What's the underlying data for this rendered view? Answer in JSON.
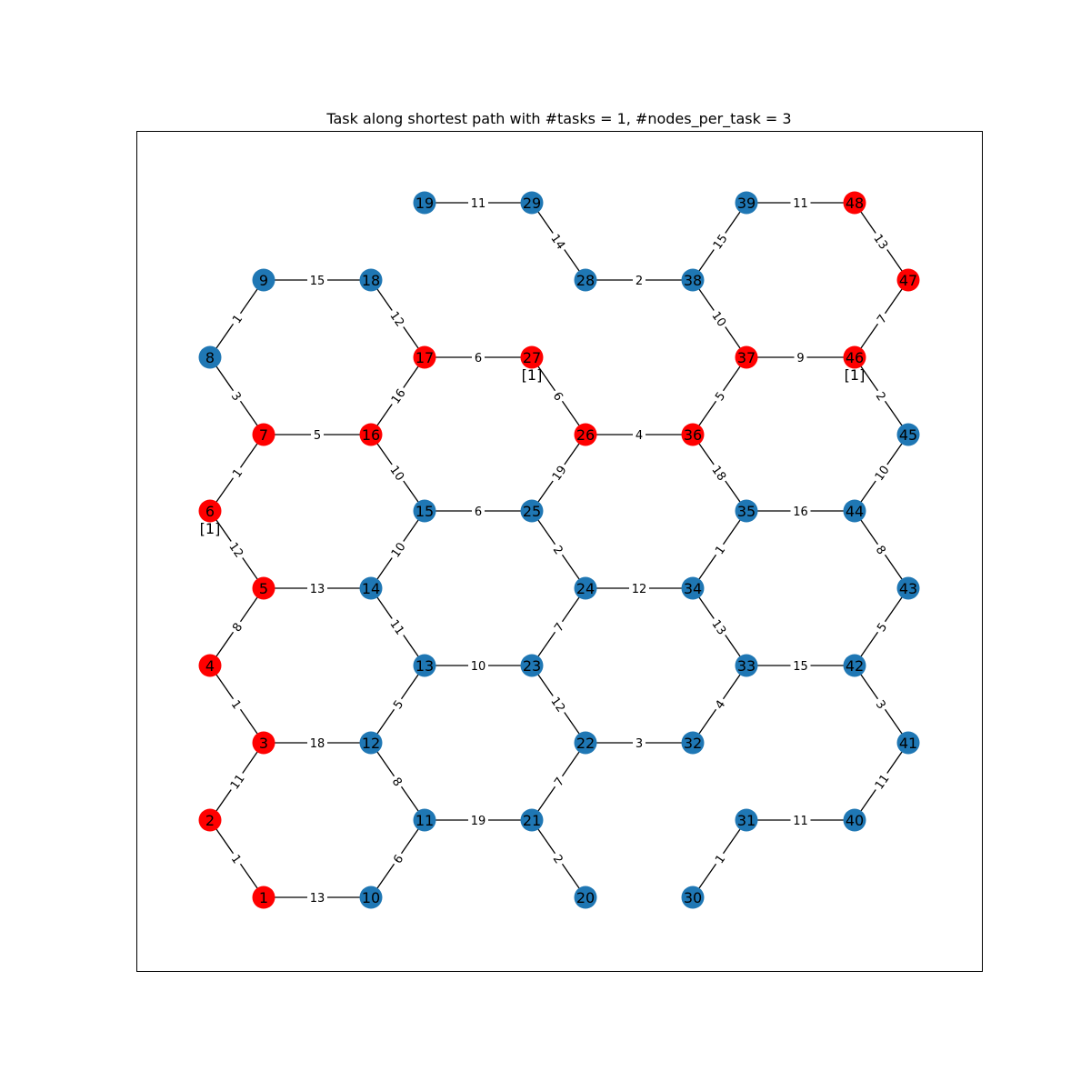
{
  "title": "Task along shortest path with #tasks = 1, #nodes_per_task = 3",
  "colors": {
    "highlight": "#ff0000",
    "default": "#1f77b4"
  },
  "highlighted_nodes": [
    1,
    2,
    3,
    4,
    5,
    6,
    7,
    16,
    17,
    26,
    27,
    36,
    37,
    46,
    47,
    48
  ],
  "task_markers": [
    {
      "node": 6,
      "label": "[1]"
    },
    {
      "node": 27,
      "label": "[1]"
    },
    {
      "node": 46,
      "label": "[1]"
    }
  ],
  "nodes": [
    1,
    2,
    3,
    4,
    5,
    6,
    7,
    8,
    9,
    10,
    11,
    12,
    13,
    14,
    15,
    16,
    17,
    18,
    19,
    20,
    21,
    22,
    23,
    24,
    25,
    26,
    27,
    28,
    29,
    30,
    31,
    32,
    33,
    34,
    35,
    36,
    37,
    38,
    39,
    40,
    41,
    42,
    43,
    44,
    45,
    46,
    47,
    48
  ],
  "edges": [
    [
      1,
      2,
      1
    ],
    [
      1,
      10,
      13
    ],
    [
      2,
      3,
      11
    ],
    [
      3,
      4,
      1
    ],
    [
      3,
      12,
      18
    ],
    [
      4,
      5,
      8
    ],
    [
      5,
      6,
      12
    ],
    [
      5,
      14,
      13
    ],
    [
      6,
      7,
      1
    ],
    [
      7,
      8,
      3
    ],
    [
      7,
      16,
      5
    ],
    [
      8,
      9,
      1
    ],
    [
      9,
      18,
      15
    ],
    [
      10,
      11,
      6
    ],
    [
      11,
      12,
      8
    ],
    [
      11,
      21,
      19
    ],
    [
      12,
      13,
      5
    ],
    [
      13,
      14,
      11
    ],
    [
      13,
      23,
      10
    ],
    [
      14,
      15,
      10
    ],
    [
      15,
      16,
      10
    ],
    [
      15,
      25,
      6
    ],
    [
      16,
      17,
      16
    ],
    [
      17,
      18,
      12
    ],
    [
      17,
      27,
      6
    ],
    [
      19,
      29,
      11
    ],
    [
      20,
      21,
      2
    ],
    [
      21,
      22,
      7
    ],
    [
      22,
      23,
      12
    ],
    [
      22,
      32,
      3
    ],
    [
      23,
      24,
      7
    ],
    [
      24,
      25,
      2
    ],
    [
      24,
      34,
      12
    ],
    [
      25,
      26,
      19
    ],
    [
      26,
      27,
      6
    ],
    [
      26,
      36,
      4
    ],
    [
      28,
      29,
      14
    ],
    [
      28,
      38,
      2
    ],
    [
      30,
      31,
      1
    ],
    [
      31,
      40,
      11
    ],
    [
      32,
      33,
      4
    ],
    [
      33,
      34,
      13
    ],
    [
      33,
      42,
      15
    ],
    [
      34,
      35,
      1
    ],
    [
      35,
      36,
      18
    ],
    [
      35,
      44,
      16
    ],
    [
      36,
      37,
      5
    ],
    [
      37,
      38,
      10
    ],
    [
      37,
      46,
      9
    ],
    [
      38,
      39,
      15
    ],
    [
      39,
      48,
      11
    ],
    [
      40,
      41,
      11
    ],
    [
      41,
      42,
      3
    ],
    [
      42,
      43,
      5
    ],
    [
      43,
      44,
      8
    ],
    [
      44,
      45,
      10
    ],
    [
      45,
      46,
      2
    ],
    [
      46,
      47,
      7
    ],
    [
      47,
      48,
      13
    ]
  ]
}
